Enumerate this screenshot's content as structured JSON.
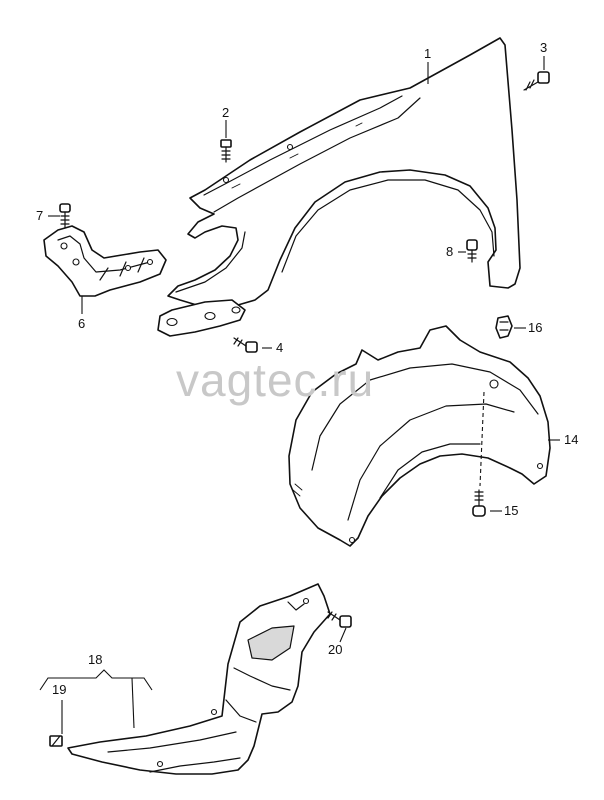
{
  "watermark": "vagtec.ru",
  "callouts": {
    "c1": "1",
    "c2": "2",
    "c3": "3",
    "c4": "4",
    "c5_6": "6",
    "c7": "7",
    "c8": "8",
    "c14": "14",
    "c15": "15",
    "c16": "16",
    "c18": "18",
    "c19": "19",
    "c20": "20"
  }
}
